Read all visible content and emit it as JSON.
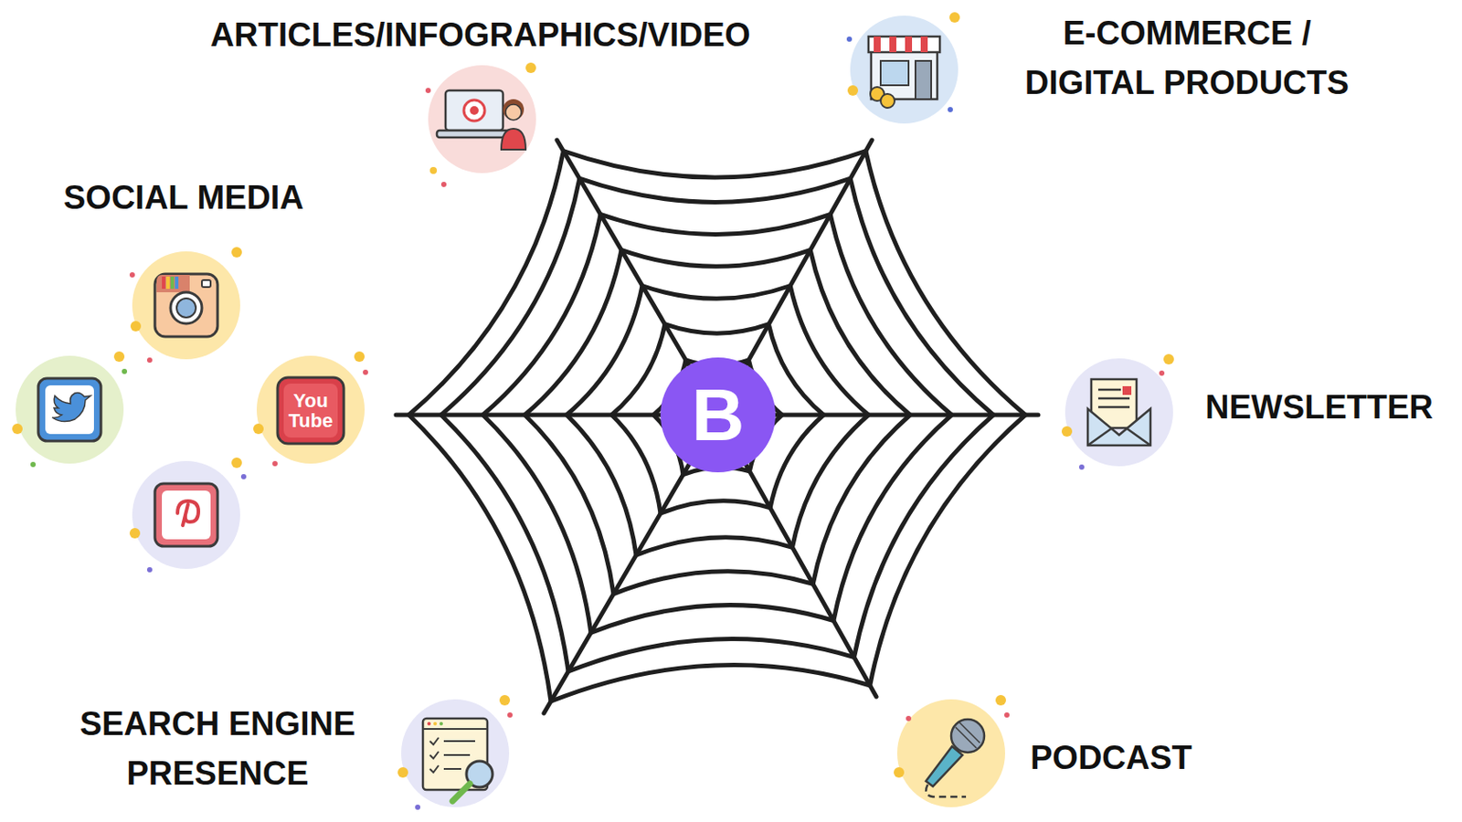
{
  "diagram": {
    "nodes": [
      {
        "text": [
          "B"
        ]
      }
    ],
    "labels": [
      "ARTICLES/INFOGRAPHICS/VIDEO",
      "E-COMMERCE / DIGITAL PRODUCTS",
      "SOCIAL MEDIA",
      "You Tube",
      "NEWSLETTER",
      "SEARCH ENGINE PRESENCE",
      "PODCAST"
    ]
  }
}
